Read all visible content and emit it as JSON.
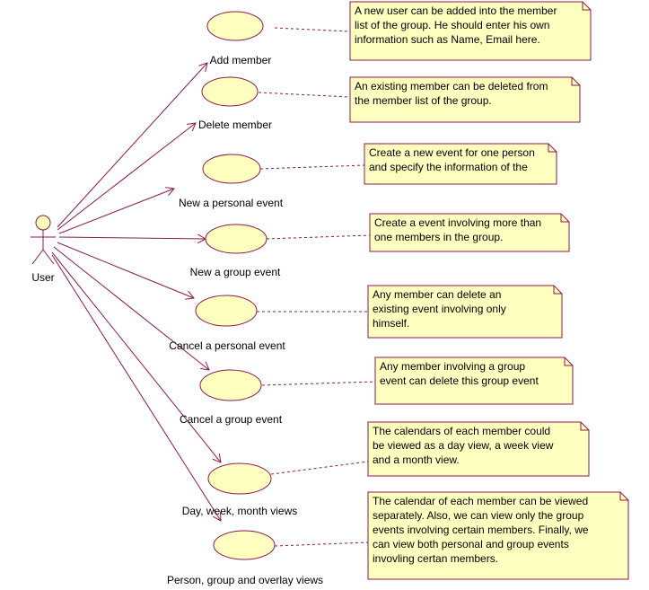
{
  "actor": {
    "label": "User"
  },
  "colors": {
    "line": "#8b1a4a",
    "ellipse_fill": "#ffffc0",
    "note_fill": "#ffffc0"
  },
  "use_cases": [
    {
      "label": "Add member",
      "note": [
        "A new user can be added into the member",
        "list of the group. He should enter his own",
        "information such as Name, Email here."
      ]
    },
    {
      "label": "Delete member",
      "note": [
        "An existing member can be deleted from",
        "the member list of the group."
      ]
    },
    {
      "label": "New a personal event",
      "note": [
        "Create a new event for one person",
        "and specify the information of the"
      ]
    },
    {
      "label": "New a group event",
      "note": [
        "Create a event involving more than",
        "one members in the group."
      ]
    },
    {
      "label": "Cancel a personal event",
      "note": [
        "Any member can delete an",
        "existing event involving only",
        "himself."
      ]
    },
    {
      "label": "Cancel a group event",
      "note": [
        "Any member involving a group",
        "event can delete this group event"
      ]
    },
    {
      "label": "Day, week, month views",
      "note": [
        "The calendars of each member could",
        "be viewed as a day view, a week view",
        "and a month view."
      ]
    },
    {
      "label": "Person, group and overlay views",
      "note": [
        "The calendar of each member can be viewed",
        "separately.  Also, we can view only the group",
        "events involving certain members.  Finally, we",
        "can view both personal and group events",
        "invovling certan members."
      ]
    }
  ]
}
